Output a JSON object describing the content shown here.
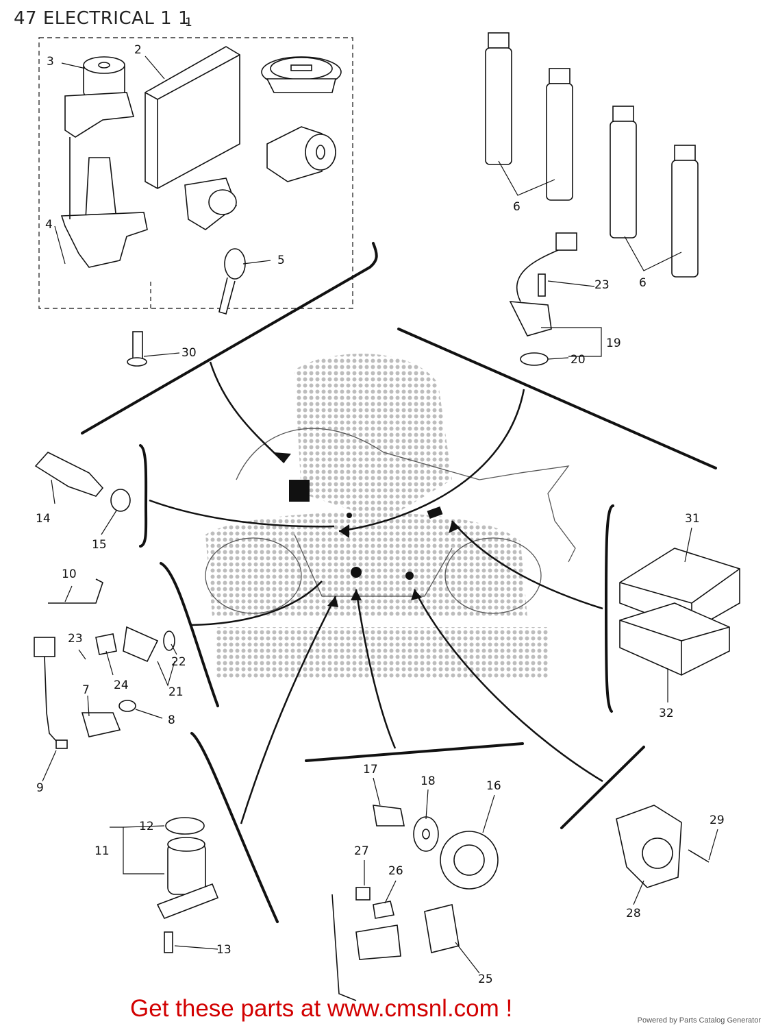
{
  "title": "47 ELECTRICAL 1  1",
  "callouts": [
    "1",
    "2",
    "3",
    "4",
    "5",
    "6",
    "6",
    "7",
    "8",
    "9",
    "10",
    "11",
    "12",
    "13",
    "14",
    "15",
    "16",
    "17",
    "18",
    "19",
    "20",
    "21",
    "22",
    "23",
    "23",
    "24",
    "25",
    "26",
    "27",
    "28",
    "29",
    "30",
    "31",
    "32"
  ],
  "promo": {
    "text": "Get these parts at www.cmsnl.com !"
  },
  "footer": {
    "powered_by": "Powered by Parts Catalog Generator"
  },
  "colors": {
    "promo": "#d20000",
    "ink": "#111111",
    "watermark": "#bdbdbd"
  },
  "icons": [
    "ignition-switch-icon",
    "ecu-icon",
    "fuel-cap-lock-icon",
    "seat-lock-icon",
    "key-icon",
    "ignition-coil-icon",
    "sensor-icon",
    "relay-icon",
    "motorcycle-outline-icon"
  ]
}
